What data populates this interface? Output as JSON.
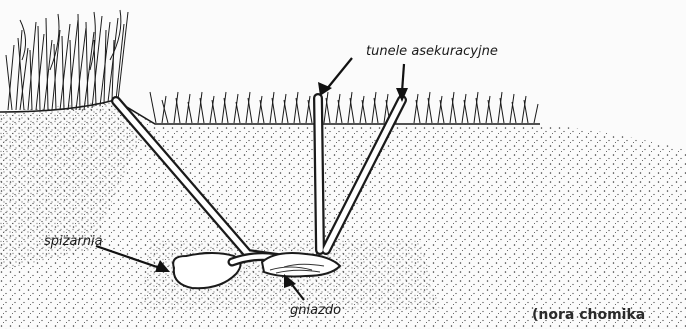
{
  "labels": {
    "tunnels": "tunele asekuracyjne",
    "pantry": "spiżarnia",
    "nest": "gniazdo",
    "caption": "(nora chomika"
  },
  "colors": {
    "background": "#fbfbfb",
    "ink": "#1a1a1a",
    "soil_dots": "#3a3a3a",
    "tunnel_fill": "#ffffff"
  }
}
